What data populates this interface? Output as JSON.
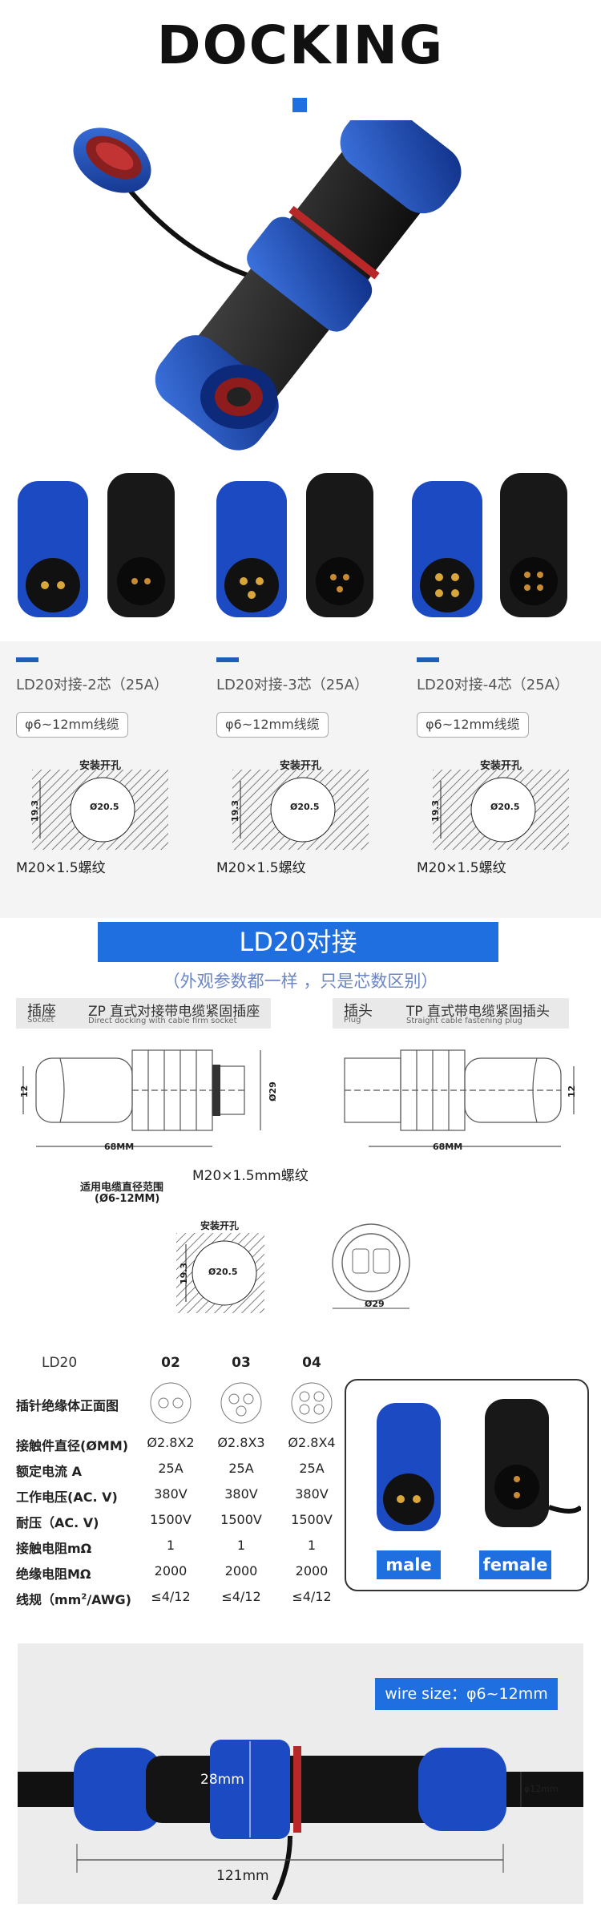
{
  "hero": {
    "title": "DOCKING"
  },
  "cards": [
    {
      "title": "LD20对接-2芯（25A）",
      "cable": "φ6~12mm线缆",
      "hole_label": "安装开孔",
      "dim_d": "Ø20.5",
      "dim_h": "19.3",
      "thread": "M20×1.5螺纹"
    },
    {
      "title": "LD20对接-3芯（25A）",
      "cable": "φ6~12mm线缆",
      "hole_label": "安装开孔",
      "dim_d": "Ø20.5",
      "dim_h": "19.3",
      "thread": "M20×1.5螺纹"
    },
    {
      "title": "LD20对接-4芯（25A）",
      "cable": "φ6~12mm线缆",
      "hole_label": "安装开孔",
      "dim_d": "Ø20.5",
      "dim_h": "19.3",
      "thread": "M20×1.5螺纹"
    }
  ],
  "ld20": {
    "banner": "LD20对接",
    "subtitle": "（外观参数都一样 ，只是芯数区别）",
    "socket": {
      "main": "插座",
      "code": "ZP 直式对接带电缆紧固插座",
      "sub_left": "Socket",
      "sub_right": "Direct docking with cable firm socket"
    },
    "plug": {
      "main": "插头",
      "code": "TP 直式带电缆紧固插头",
      "sub_left": "Plug",
      "sub_right": "Straight cable fastening plug"
    },
    "dims": {
      "socket_len": "68MM",
      "socket_h": "12",
      "socket_dia": "Ø29",
      "plug_len": "68MM",
      "plug_h": "12",
      "thread": "M20×1.5mm螺纹",
      "cable_range_1": "适用电缆直径范围",
      "cable_range_2": "(Ø6-12MM)",
      "hole_label": "安装开孔",
      "hole_d": "Ø20.5",
      "hole_h": "19.3",
      "face_dia": "Ø29"
    }
  },
  "specs": {
    "model": "LD20",
    "columns": [
      "02",
      "03",
      "04"
    ],
    "rows": [
      {
        "label": "插针绝缘体正面图",
        "values": [
          "",
          "",
          ""
        ]
      },
      {
        "label": "接触件直径(ØMM)",
        "values": [
          "Ø2.8X2",
          "Ø2.8X3",
          "Ø2.8X4"
        ]
      },
      {
        "label": "额定电流 A",
        "values": [
          "25A",
          "25A",
          "25A"
        ]
      },
      {
        "label": "工作电压(AC. V)",
        "values": [
          "380V",
          "380V",
          "380V"
        ]
      },
      {
        "label": "耐压（AC. V)",
        "values": [
          "1500V",
          "1500V",
          "1500V"
        ]
      },
      {
        "label": "接触电阻mΩ",
        "values": [
          "1",
          "1",
          "1"
        ]
      },
      {
        "label": "绝缘电阻MΩ",
        "values": [
          "2000",
          "2000",
          "2000"
        ]
      }
    ],
    "gauge_label_pre": "线规（mm",
    "gauge_sup": "2",
    "gauge_label_post": "/AWG)",
    "gauge_values": [
      "≤4/12",
      "≤4/12",
      "≤4/12"
    ],
    "male": "male",
    "female": "female"
  },
  "wire": {
    "tag": "wire size：φ6~12mm",
    "dia": "28mm",
    "length": "121mm",
    "cable_dia": "φ12mm"
  },
  "colors": {
    "accent": "#1f6fe0",
    "connector_blue": "#1b48b8",
    "body_black": "#1a1a1a"
  }
}
